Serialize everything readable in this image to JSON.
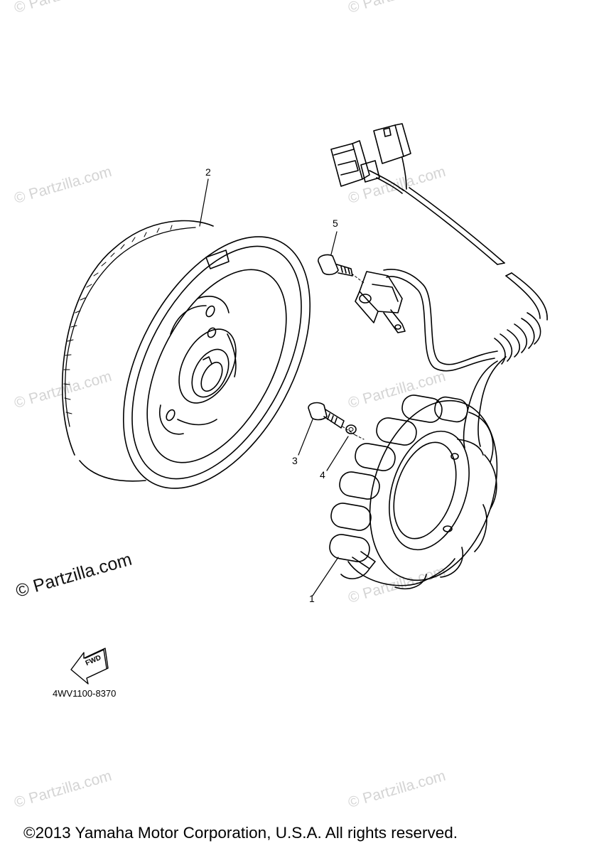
{
  "watermark_text": "© Partzilla.com",
  "callouts": {
    "c1": "1",
    "c2": "2",
    "c3": "3",
    "c4": "4",
    "c5": "5"
  },
  "fwd_label": "FWD",
  "diagram_code": "4WV1100-8370",
  "copyright": "©2013 Yamaha Motor Corporation, U.S.A. All rights reserved."
}
